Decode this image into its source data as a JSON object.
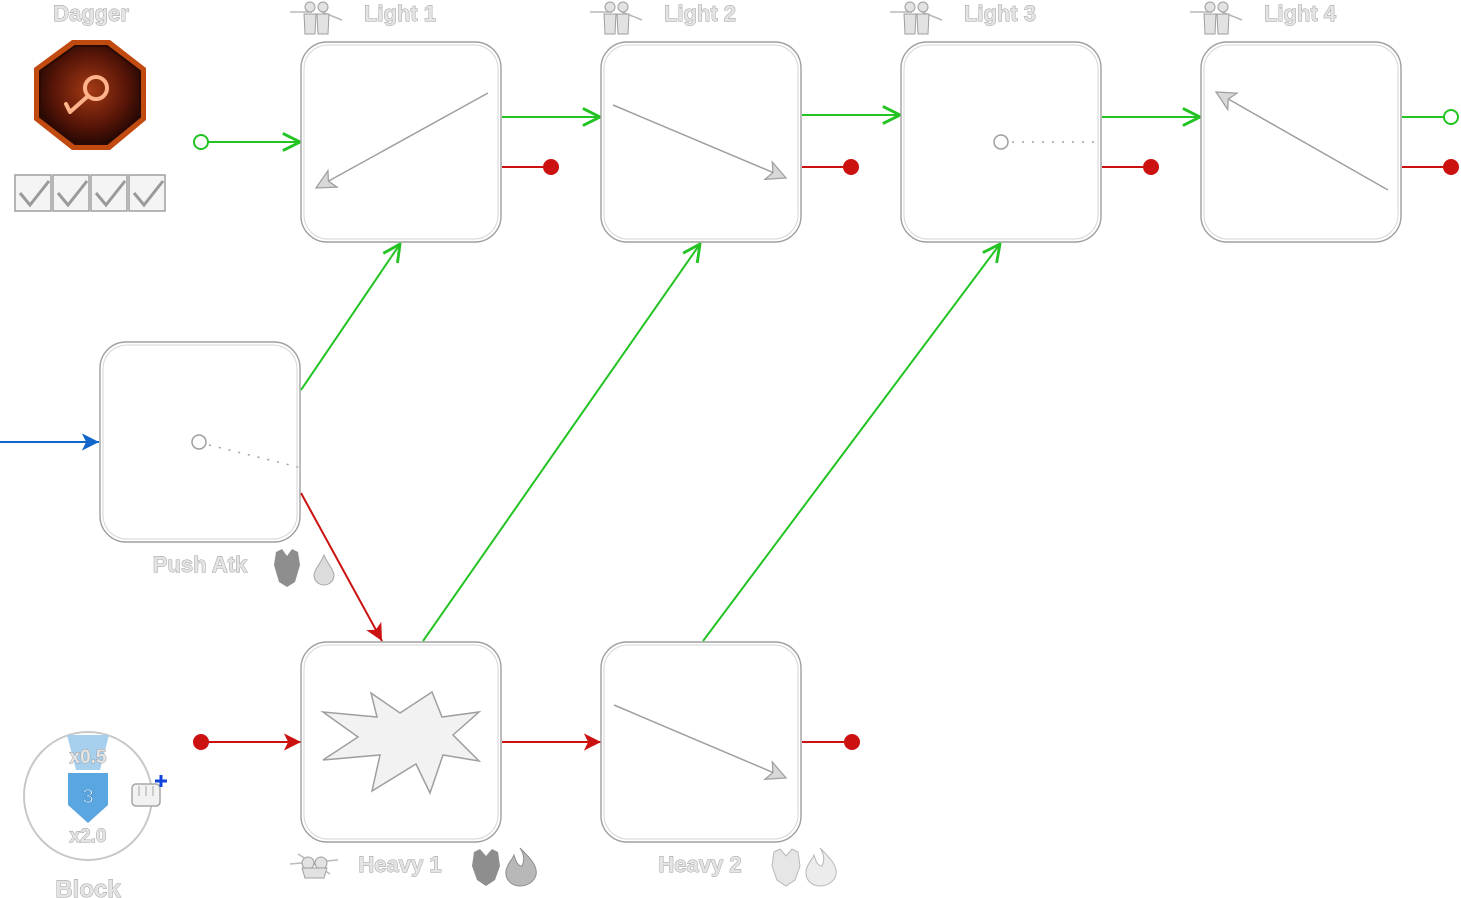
{
  "weapon": {
    "name": "Dagger",
    "icon": "dagger-weapon-icon",
    "checks": 4
  },
  "colors": {
    "success": "#22c322",
    "failure": "#cc1111",
    "entry": "#1166cc",
    "node_border": "#9f9f9f",
    "label_fill": "#e4e4e4",
    "label_stroke": "#9a9a9a",
    "shield_blue": "#5aa6e0"
  },
  "nodes": {
    "light1": {
      "label": "Light 1",
      "stance_icon": "dual-stance-icon",
      "move_icon": "arrow-down-left-icon"
    },
    "light2": {
      "label": "Light 2",
      "stance_icon": "dual-stance-icon",
      "move_icon": "arrow-down-right-icon"
    },
    "light3": {
      "label": "Light 3",
      "stance_icon": "dual-stance-icon",
      "move_icon": "hold-dotted-icon"
    },
    "light4": {
      "label": "Light 4",
      "stance_icon": "dual-stance-icon",
      "move_icon": "arrow-up-left-icon"
    },
    "push": {
      "label": "Push Atk",
      "move_icon": "hold-dotted-icon",
      "traits": [
        "armor-icon",
        "water-drop-icon"
      ]
    },
    "heavy1": {
      "label": "Heavy 1",
      "stance_icon": "crossed-blades-icon",
      "move_icon": "starburst-icon",
      "traits": [
        "armor-icon",
        "fire-icon"
      ]
    },
    "heavy2": {
      "label": "Heavy 2",
      "move_icon": "arrow-down-right-icon",
      "traits": [
        "armor-icon",
        "fire-icon"
      ]
    }
  },
  "block": {
    "label": "Block",
    "top_mult": "x0.5",
    "value": "3",
    "bottom_mult": "x2.0",
    "icons": [
      "shield-icon",
      "fist-icon",
      "plus-icon"
    ]
  }
}
